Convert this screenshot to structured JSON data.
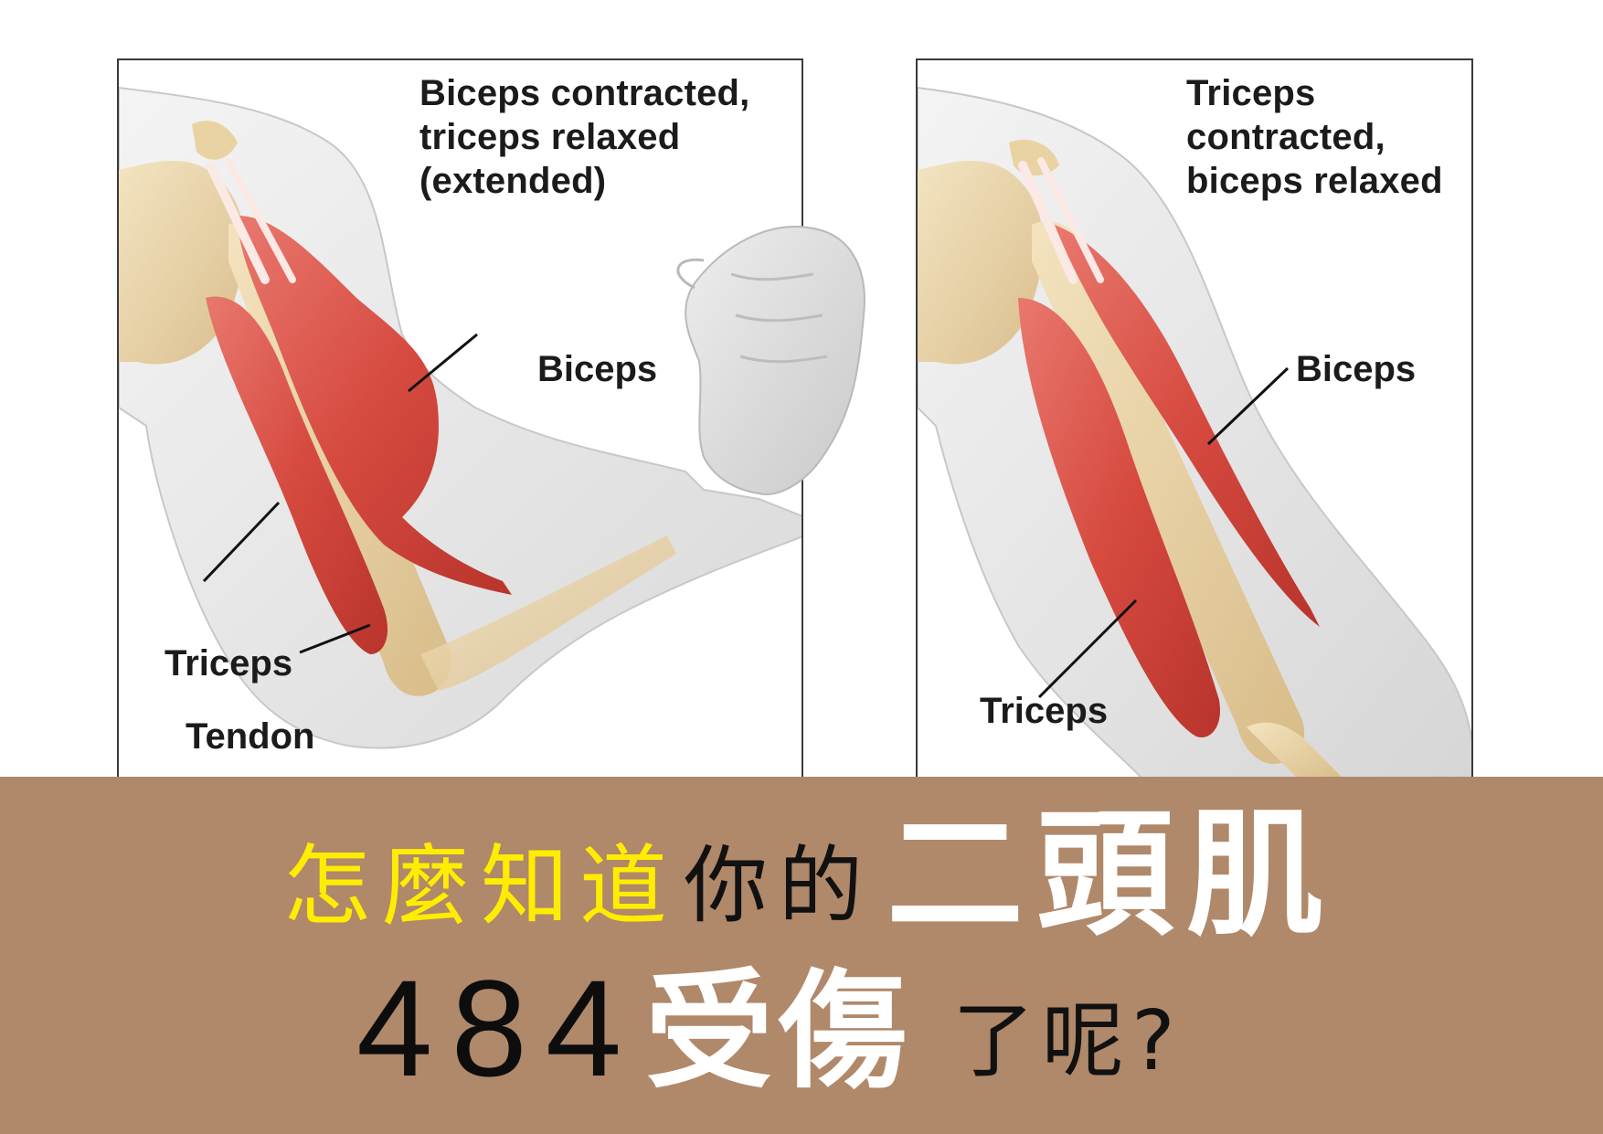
{
  "left_panel": {
    "caption_lines": [
      "Biceps contracted,",
      "triceps relaxed",
      "(extended)"
    ],
    "labels": {
      "biceps": "Biceps",
      "triceps": "Triceps",
      "tendon": "Tendon"
    }
  },
  "right_panel": {
    "caption_lines": [
      "Triceps",
      "contracted,",
      "biceps relaxed"
    ],
    "labels": {
      "biceps": "Biceps",
      "triceps": "Triceps"
    }
  },
  "banner": {
    "line1": {
      "part_yellow": "怎麼知道",
      "part_black": "你的",
      "part_white": "二頭肌"
    },
    "line2": {
      "part_number": "484",
      "part_white": "受傷",
      "part_black": "了呢?"
    },
    "color": "#b0886a"
  }
}
